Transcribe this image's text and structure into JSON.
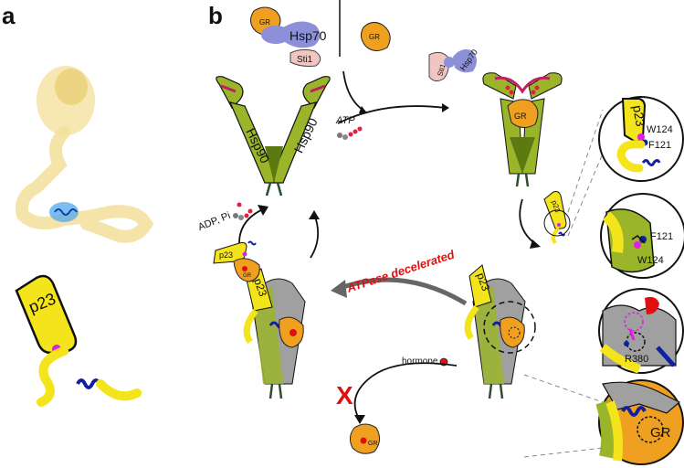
{
  "panels": {
    "a": "a",
    "b": "b"
  },
  "labels": {
    "p23": "p23",
    "hsp90_left": "Hsp90",
    "hsp90_right": "Hsp90",
    "hsp70": "Hsp70",
    "hsp70_small": "Hsp70",
    "sti1": "Sti1",
    "sti1_small": "Sti1",
    "gr": "GR",
    "atp": "ATP",
    "adp_pi": "ADP, Pi",
    "atpase": "ATPase decelerated",
    "hormone": "hormone",
    "x_mark": "X",
    "w124": "W124",
    "f121": "F121",
    "r380": "R380"
  },
  "colors": {
    "hsp90_green": "#9bb52a",
    "hsp90_dark": "#5d7a12",
    "p23_yellow": "#f4e41c",
    "gr_orange": "#f0a020",
    "hsp70_purple": "#8d8fd8",
    "sti1_pink": "#f2c6c0",
    "magenta": "#e020e0",
    "helix_blue": "#1020a0",
    "arrow_red": "#e01010",
    "grey": "#a0a0a0"
  }
}
